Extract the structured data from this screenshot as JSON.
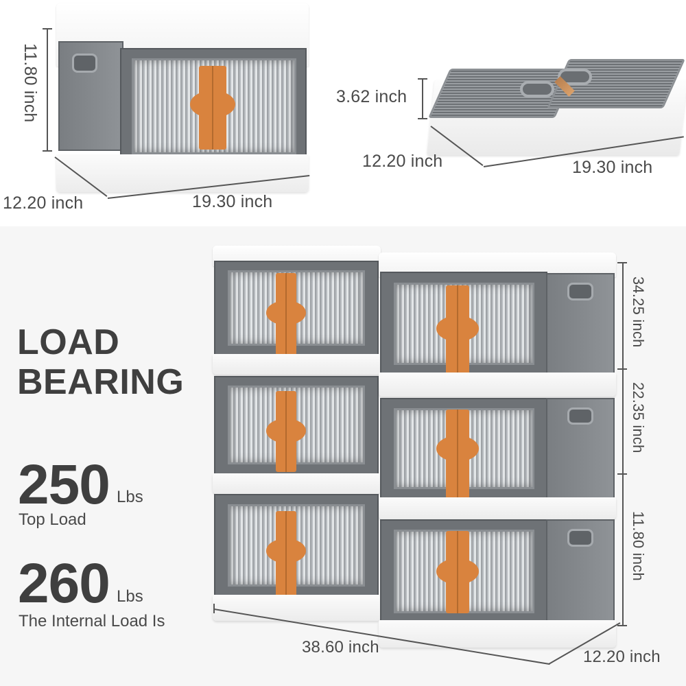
{
  "colors": {
    "panel_top_bg": "#ffffff",
    "panel_bottom_bg": "#f6f6f6",
    "text": "#3f3f3f",
    "latch_orange": "#d9833e",
    "box_gray": "#6e7276",
    "lid_white": "#f4f4f4"
  },
  "single_box": {
    "height_label": "11.80 inch",
    "depth_label": "12.20 inch",
    "width_label": "19.30 inch"
  },
  "folded_box": {
    "height_label": "3.62 inch",
    "depth_label": "12.20 inch",
    "width_label": "19.30 inch"
  },
  "stack": {
    "height_labels": [
      "34.25 inch",
      "22.35 inch",
      "11.80 inch"
    ],
    "width_label": "38.60 inch",
    "depth_label": "12.20 inch",
    "rows": 3,
    "columns": 2
  },
  "load_bearing": {
    "title_line1": "LOAD",
    "title_line2": "BEARING",
    "top_load": {
      "value": "250",
      "unit": "Lbs",
      "caption": "Top Load"
    },
    "internal_load": {
      "value": "260",
      "unit": "Lbs",
      "caption": "The Internal Load Is"
    }
  },
  "icons": {
    "box": "storage-box-icon",
    "latch": "orange-latch-icon"
  }
}
